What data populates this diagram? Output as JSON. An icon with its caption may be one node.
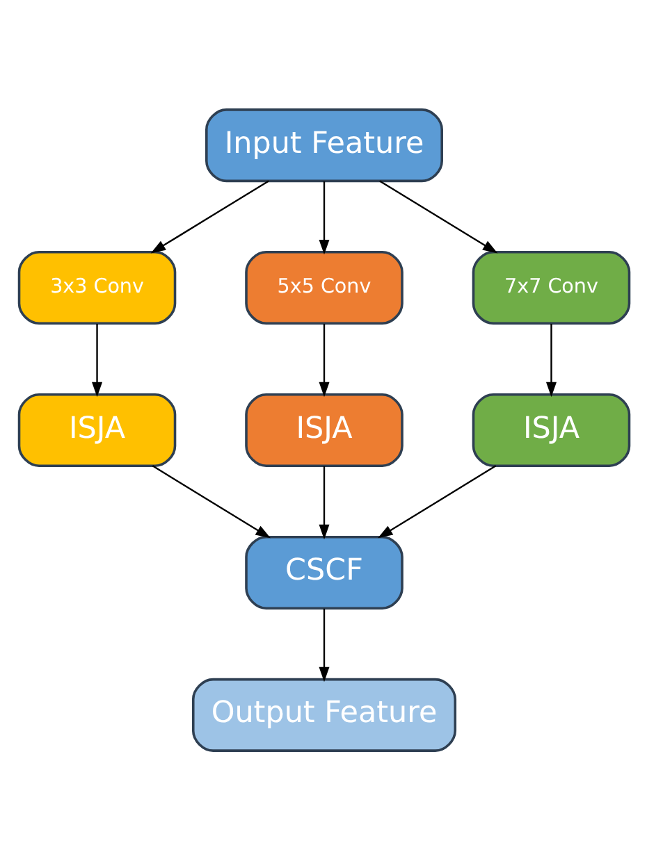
{
  "diagram": {
    "nodes": [
      {
        "text": [
          "Input Feature"
        ]
      },
      {
        "text": [
          "3x3 Conv"
        ]
      },
      {
        "text": [
          "5x5 Conv"
        ]
      },
      {
        "text": [
          "7x7 Conv"
        ]
      },
      {
        "text": [
          "ISJA"
        ]
      },
      {
        "text": [
          "ISJA"
        ]
      },
      {
        "text": [
          "ISJA"
        ]
      },
      {
        "text": [
          "CSCF"
        ]
      },
      {
        "text": [
          "Output Feature"
        ]
      }
    ],
    "edges": [
      {
        "from": 0,
        "to": 1,
        "arrow": "to"
      },
      {
        "from": 0,
        "to": 2,
        "arrow": "to"
      },
      {
        "from": 0,
        "to": 3,
        "arrow": "to"
      },
      {
        "from": 1,
        "to": 4,
        "arrow": "to"
      },
      {
        "from": 2,
        "to": 5,
        "arrow": "to"
      },
      {
        "from": 3,
        "to": 6,
        "arrow": "to"
      },
      {
        "from": 4,
        "to": 7,
        "arrow": "to"
      },
      {
        "from": 5,
        "to": 7,
        "arrow": "to"
      },
      {
        "from": 6,
        "to": 7,
        "arrow": "to"
      },
      {
        "from": 7,
        "to": 8,
        "arrow": "to"
      }
    ]
  }
}
